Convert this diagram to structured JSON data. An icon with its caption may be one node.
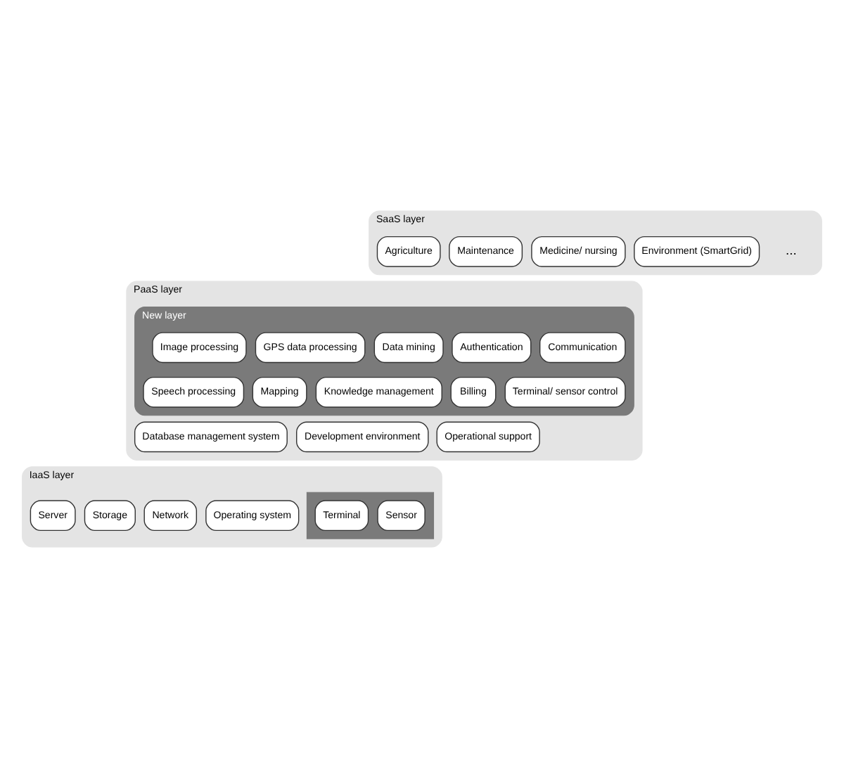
{
  "diagram": {
    "nodes": [
      {
        "text": [
          "SaaS layer"
        ]
      },
      {
        "text": [
          "Agriculture"
        ],
        "in": 0
      },
      {
        "text": [
          "Maintenance"
        ],
        "in": 0
      },
      {
        "text": [
          "Medicine/ nursing"
        ],
        "in": 0
      },
      {
        "text": [
          "Environment (SmartGrid)"
        ],
        "in": 0
      },
      {
        "text": [
          "PaaS layer"
        ]
      },
      {
        "text": [
          "New layer"
        ],
        "in": 5
      },
      {
        "text": [
          "Image processing"
        ],
        "in": 6
      },
      {
        "text": [
          "GPS data processing"
        ],
        "in": 6
      },
      {
        "text": [
          "Data mining"
        ],
        "in": 6
      },
      {
        "text": [
          "Authentication"
        ],
        "in": 6
      },
      {
        "text": [
          "Communication"
        ],
        "in": 6
      },
      {
        "text": [
          "Speech processing"
        ],
        "in": 6
      },
      {
        "text": [
          "Mapping"
        ],
        "in": 6
      },
      {
        "text": [
          "Knowledge management"
        ],
        "in": 6
      },
      {
        "text": [
          "Billing"
        ],
        "in": 6
      },
      {
        "text": [
          "Terminal/ sensor control"
        ],
        "in": 6
      },
      {
        "text": [
          "Database management system"
        ],
        "in": 5
      },
      {
        "text": [
          "Development environment"
        ],
        "in": 5
      },
      {
        "text": [
          "Operational support"
        ],
        "in": 5
      },
      {
        "text": [
          "IaaS layer"
        ]
      },
      {
        "text": [
          "Server"
        ],
        "in": 20
      },
      {
        "text": [
          "Storage"
        ],
        "in": 20
      },
      {
        "text": [
          "Network"
        ],
        "in": 20
      },
      {
        "text": [
          "Operating system"
        ],
        "in": 20
      },
      {
        "text": [],
        "shape": "box",
        "in": 20
      },
      {
        "text": [
          "Terminal"
        ],
        "in": 25
      },
      {
        "text": [
          "Sensor"
        ],
        "in": 25
      }
    ],
    "edges": [],
    "labels": [
      "..."
    ]
  }
}
